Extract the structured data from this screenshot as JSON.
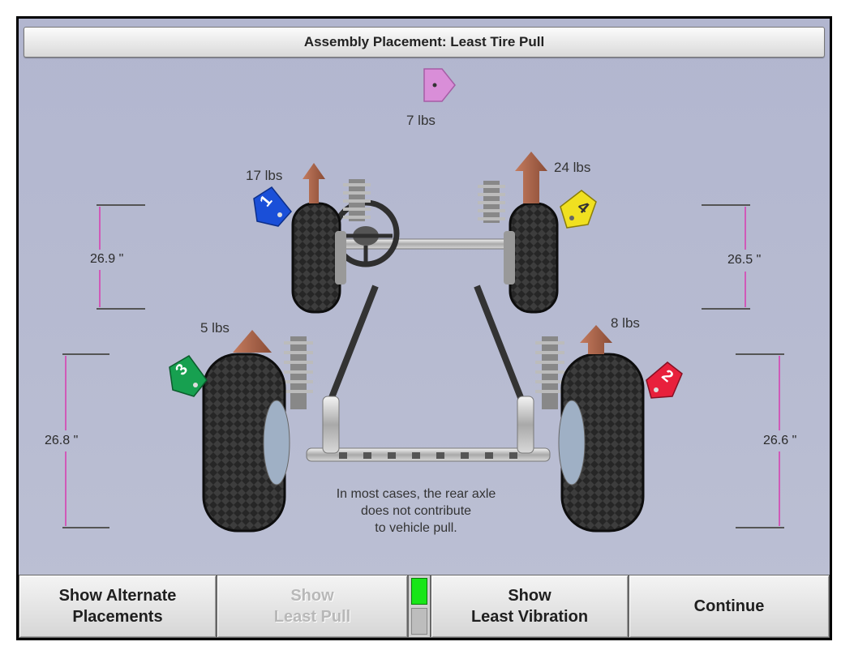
{
  "header": {
    "title": "Assembly Placement: Least Tire Pull"
  },
  "overall_pull": {
    "label": "7 lbs",
    "direction": "right"
  },
  "wheels": {
    "front_left": {
      "tag": "1",
      "tag_color": "#1a4fd8",
      "pull": "17 lbs",
      "diameter": "26.9 \""
    },
    "front_right": {
      "tag": "4",
      "tag_color": "#f0e020",
      "pull": "24 lbs",
      "diameter": "26.5 \""
    },
    "rear_left": {
      "tag": "3",
      "tag_color": "#17a050",
      "pull": "5 lbs",
      "diameter": "26.8 \""
    },
    "rear_right": {
      "tag": "2",
      "tag_color": "#e8203c",
      "pull": "8 lbs",
      "diameter": "26.6 \""
    }
  },
  "note": {
    "lines": [
      "In most cases, the rear axle",
      "does not contribute",
      "to vehicle pull."
    ]
  },
  "colors": {
    "pull_arrow": "#a8664a",
    "overall_arrow": "#d98ed8",
    "dimension_line": "#d05ab8",
    "indicator_active": "#18e618"
  },
  "buttons": {
    "alternate": {
      "line1": "Show Alternate",
      "line2": "Placements"
    },
    "least_pull": {
      "line1": "Show",
      "line2": "Least Pull",
      "enabled": false
    },
    "least_vibration": {
      "line1": "Show",
      "line2": "Least Vibration"
    },
    "continue": {
      "label": "Continue"
    }
  }
}
